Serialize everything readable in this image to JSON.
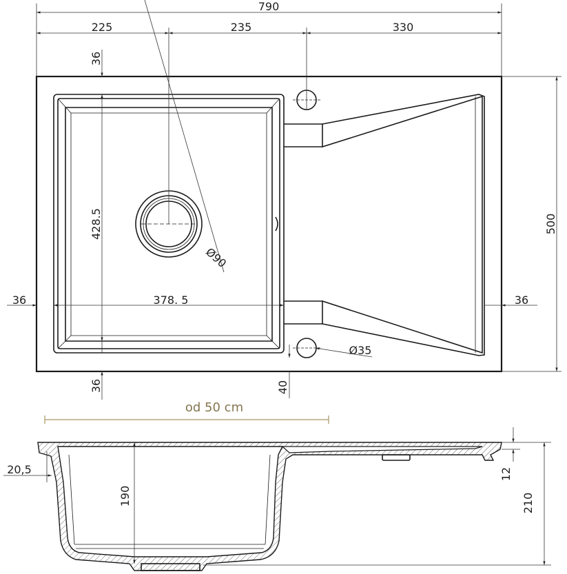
{
  "top_view": {
    "overall_width": "790",
    "segment_left": "225",
    "segment_middle": "235",
    "segment_right": "330",
    "overall_depth": "500",
    "rim_top": "36",
    "rim_bottom": "36",
    "rim_left": "36",
    "rim_right": "36",
    "bowl_depth_inner": "428.5",
    "bowl_width_inner": "378. 5",
    "drain_diameter": "Ø90",
    "tap_hole_diameter": "Ø35",
    "tap_hole_offset": "40"
  },
  "cabinet_note": "od 50  cm",
  "cabinet_note_color": "#857650",
  "section_view": {
    "wall_thickness": "20,5",
    "bowl_height": "190",
    "drainboard_height": "12",
    "total_height": "210"
  }
}
